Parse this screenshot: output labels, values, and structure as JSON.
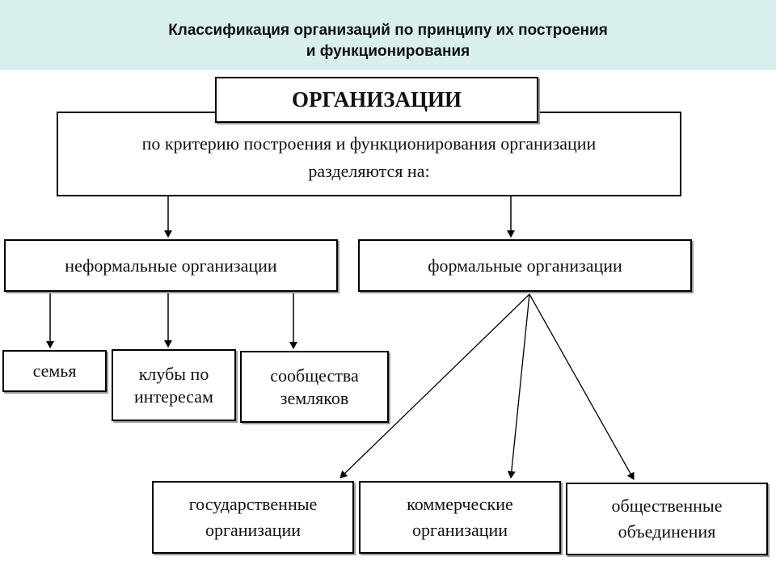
{
  "header": {
    "title_line1": "Классификация организаций по принципу их построения",
    "title_line2": "и функционирования",
    "background": "#d9efee"
  },
  "diagram": {
    "root": "ОРГАНИЗАЦИИ",
    "criterion": {
      "line1": "по критерию построения и функционирования организации",
      "line2": "разделяются на:"
    },
    "informal": {
      "label": "неформальные организации",
      "children": [
        {
          "line1": "семья",
          "line2": ""
        },
        {
          "line1": "клубы по",
          "line2": "интересам"
        },
        {
          "line1": "сообщества",
          "line2": "земляков"
        }
      ]
    },
    "formal": {
      "label": "формальные организации",
      "children": [
        {
          "line1": "государственные",
          "line2": "организации"
        },
        {
          "line1": "коммерческие",
          "line2": "организации"
        },
        {
          "line1": "общественные",
          "line2": "объединения"
        }
      ]
    }
  }
}
